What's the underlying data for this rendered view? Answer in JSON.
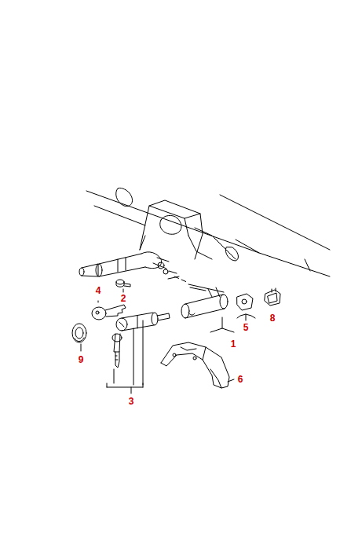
{
  "diagram": {
    "labels": [
      "4",
      "2",
      "8",
      "5",
      "1",
      "9",
      "3",
      "6"
    ]
  }
}
